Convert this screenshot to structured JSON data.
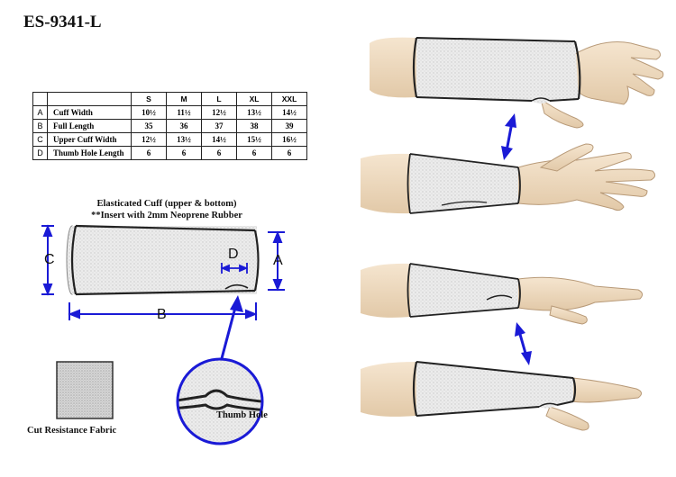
{
  "product_code": "ES-9341-L",
  "size_table": {
    "headers": [
      "S",
      "M",
      "L",
      "XL",
      "XXL"
    ],
    "rows": [
      {
        "letter": "A",
        "label": "Cuff Width",
        "values": [
          "10½",
          "11½",
          "12½",
          "13½",
          "14½"
        ]
      },
      {
        "letter": "B",
        "label": "Full Length",
        "values": [
          "35",
          "36",
          "37",
          "38",
          "39"
        ]
      },
      {
        "letter": "C",
        "label": "Upper Cuff Width",
        "values": [
          "12½",
          "13½",
          "14½",
          "15½",
          "16½"
        ]
      },
      {
        "letter": "D",
        "label": "Thumb Hole Length",
        "values": [
          "6",
          "6",
          "6",
          "6",
          "6"
        ]
      }
    ]
  },
  "cuff_note": {
    "line1": "Elasticated Cuff (upper & bottom)",
    "line2": "**Insert with 2mm Neoprene Rubber"
  },
  "dimension_labels": {
    "a": "A",
    "b": "B",
    "c": "C",
    "d": "D"
  },
  "fabric_caption": "Cut Resistance Fabric",
  "thumb_hole_caption": "Thumb Hole",
  "colors": {
    "arrow": "#1a1ad6",
    "fabric": "#e8e8e8",
    "skin": "#f1dcc1",
    "outline": "#222222"
  }
}
